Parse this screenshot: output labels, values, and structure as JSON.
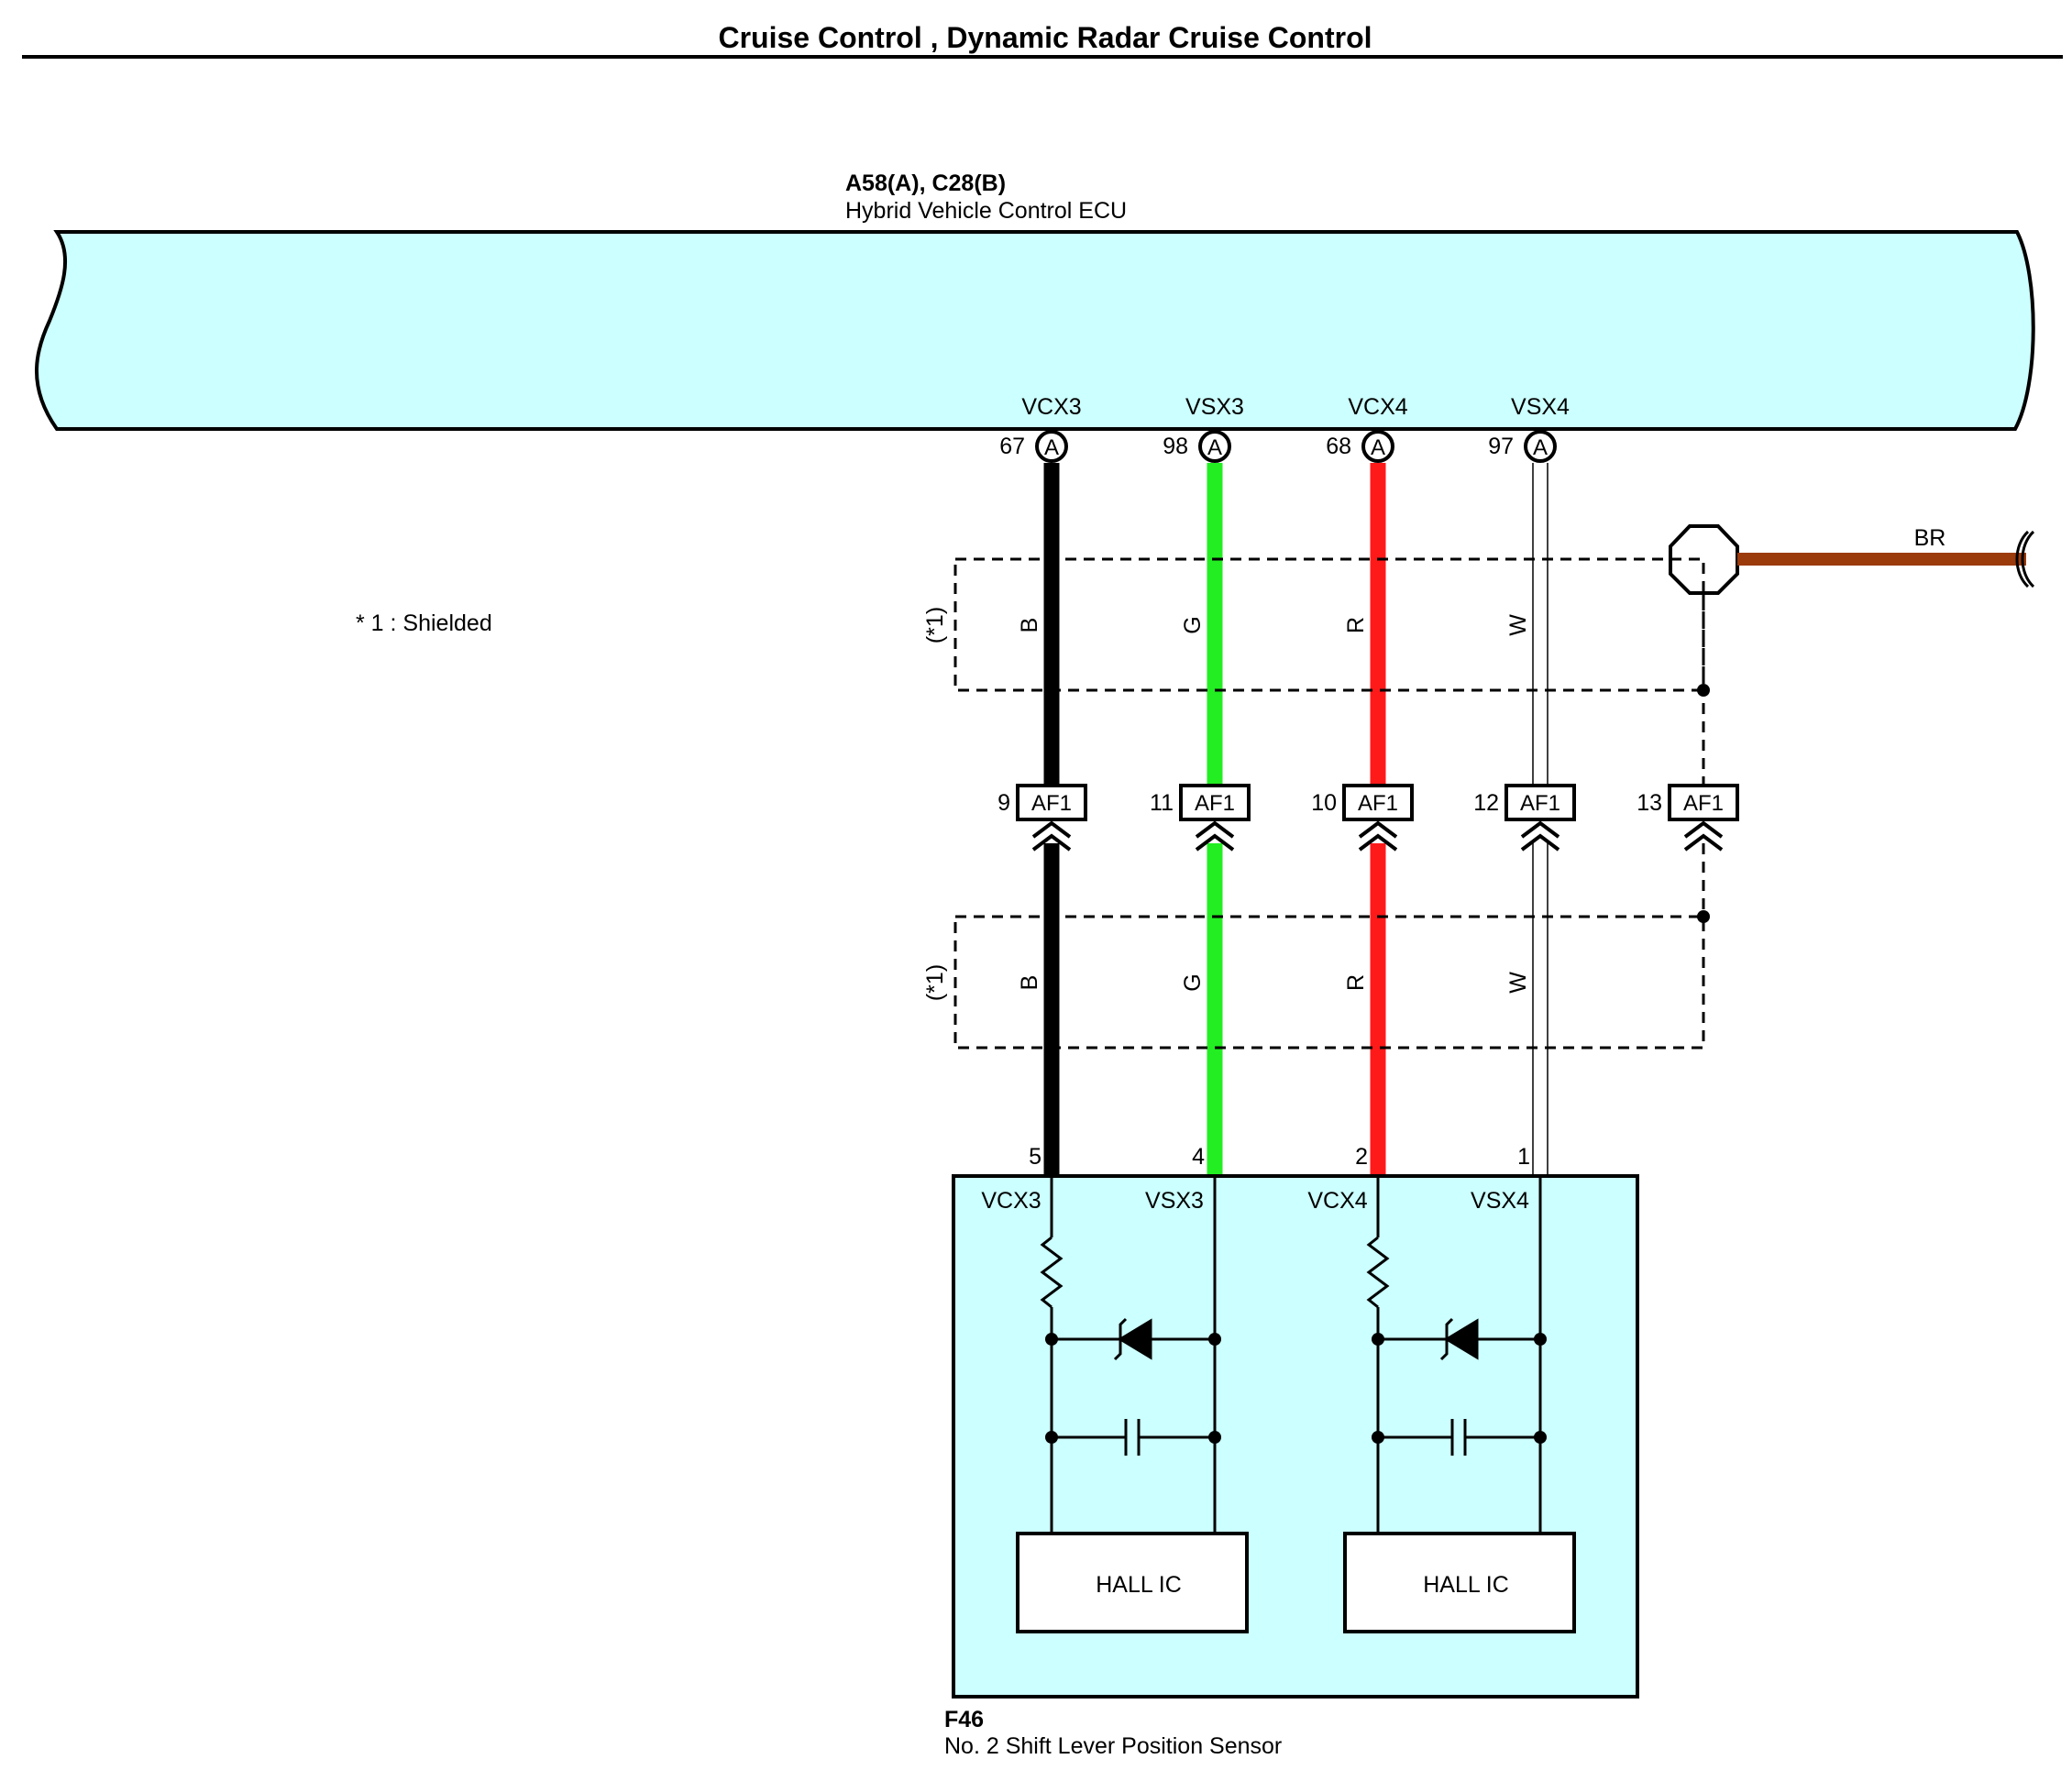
{
  "title": "Cruise Control , Dynamic Radar Cruise Control",
  "ecu": {
    "connector_ref": "A58(A), C28(B)",
    "name": "Hybrid Vehicle Control ECU",
    "terminals": [
      {
        "signal": "VCX3",
        "pin": "67",
        "conn": "A"
      },
      {
        "signal": "VSX3",
        "pin": "98",
        "conn": "A"
      },
      {
        "signal": "VCX4",
        "pin": "68",
        "conn": "A"
      },
      {
        "signal": "VSX4",
        "pin": "97",
        "conn": "A"
      }
    ]
  },
  "wires": [
    {
      "color_code": "B",
      "color": "#000000"
    },
    {
      "color_code": "G",
      "color": "#22ee22"
    },
    {
      "color_code": "R",
      "color": "#ff1a1a"
    },
    {
      "color_code": "W",
      "color": "#ffffff"
    }
  ],
  "shield": {
    "marker": "(*1)",
    "note": "* 1 : Shielded",
    "ground_wire": "BR",
    "ground_color": "#9b3a0a"
  },
  "junction": {
    "connector": "AF1",
    "pins": [
      "9",
      "11",
      "10",
      "12",
      "13"
    ]
  },
  "sensor": {
    "connector_ref": "F46",
    "name": "No.  2 Shift Lever Position Sensor",
    "pins": [
      "5",
      "4",
      "2",
      "1"
    ],
    "terminals": [
      "VCX3",
      "VSX3",
      "VCX4",
      "VSX4"
    ],
    "ic_label": "HALL IC"
  },
  "colors": {
    "ecu_fill": "#ccffff",
    "sensor_fill": "#ccffff"
  }
}
